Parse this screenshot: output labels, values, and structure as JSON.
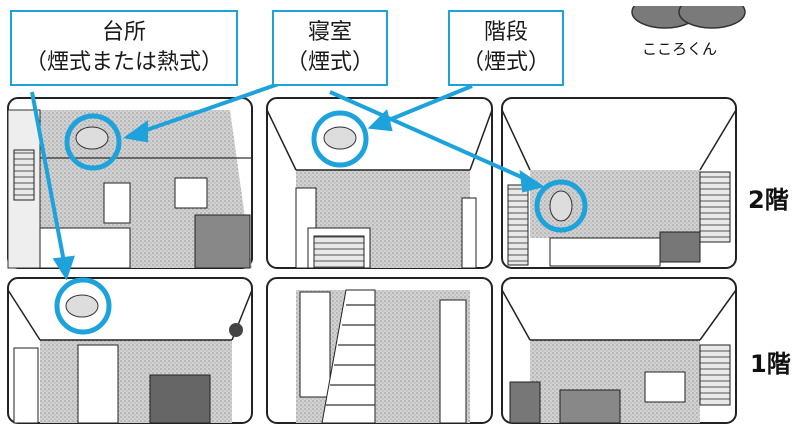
{
  "labels": {
    "kitchen": {
      "line1": "台所",
      "line2": "（煙式または熱式）"
    },
    "bedroom": {
      "line1": "寝室",
      "line2": "（煙式）"
    },
    "stairs": {
      "line1": "階段",
      "line2": "（煙式）"
    }
  },
  "mascot": {
    "name": "こころくん"
  },
  "floors": {
    "second": "2階",
    "first": "1階"
  },
  "colors": {
    "accent": "#1da2dc",
    "wall": "#c9c9c9",
    "line": "#2a2a2a"
  }
}
